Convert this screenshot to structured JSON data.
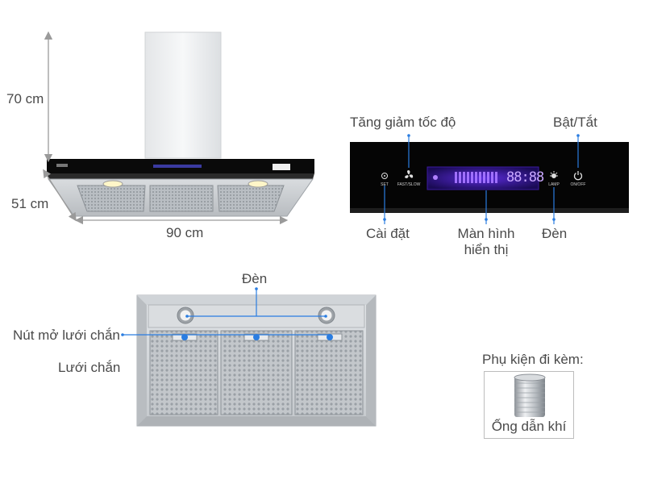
{
  "dimensions": {
    "height": "70 cm",
    "depth": "51 cm",
    "width": "90 cm"
  },
  "panel": {
    "speed_label": "Tăng giảm tốc độ",
    "power_label": "Bật/Tắt",
    "settings_label": "Cài đặt",
    "display_label_line1": "Màn hình",
    "display_label_line2": "hiển thị",
    "lamp_label": "Đèn",
    "buttons": {
      "set": "SET",
      "fast_slow": "FAST/SLOW",
      "lamp": "LAMP",
      "on_off": "ON/OFF"
    },
    "display_digits": "88:88"
  },
  "bottom_view": {
    "lamp_label": "Đèn",
    "release_button_label": "Nút mở lưới chắn",
    "filter_label": "Lưới chắn"
  },
  "accessory": {
    "title": "Phụ kiện đi kèm:",
    "item": "Ống dẫn khí"
  },
  "colors": {
    "arrow": "#9a9a9a",
    "display_accent": "#7b3cff",
    "panel_bg": "#050505",
    "steel": "#c8ccd0",
    "blue_dot": "#2a7de1"
  }
}
